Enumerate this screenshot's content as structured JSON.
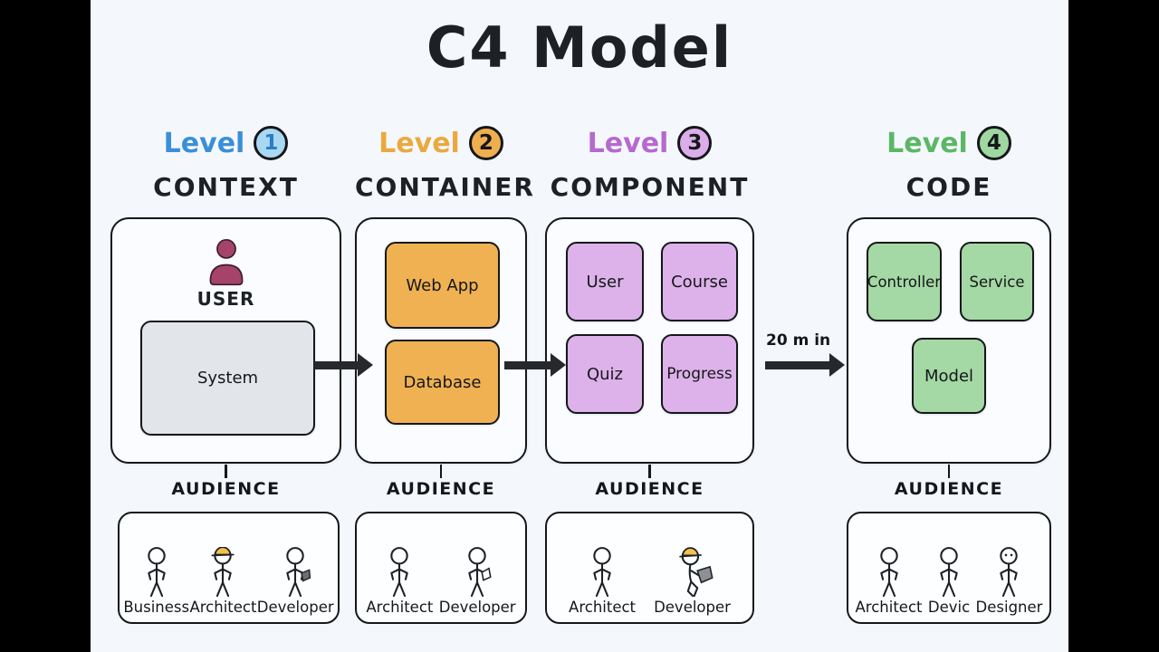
{
  "title": "C4 Model",
  "levels": [
    {
      "word": "Level",
      "number": "1",
      "name": "CONTEXT"
    },
    {
      "word": "Level",
      "number": "2",
      "name": "CONTAINER"
    },
    {
      "word": "Level",
      "number": "3",
      "name": "COMPONENT"
    },
    {
      "word": "Level",
      "number": "4",
      "name": "CODE"
    }
  ],
  "context": {
    "user_label": "USER",
    "system_label": "System"
  },
  "container": {
    "boxes": [
      "Web App",
      "Database"
    ]
  },
  "component": {
    "boxes": [
      "User",
      "Course",
      "Quiz",
      "Progress"
    ]
  },
  "code": {
    "boxes": [
      "Controller",
      "Service",
      "Model"
    ]
  },
  "transition_label": "20 m in",
  "audience_label": "AUDIENCE",
  "audiences": [
    {
      "persons": [
        {
          "label": "Business"
        },
        {
          "label": "Architect"
        },
        {
          "label": "Developer"
        }
      ]
    },
    {
      "persons": [
        {
          "label": "Architect"
        },
        {
          "label": "Developer"
        }
      ]
    },
    {
      "persons": [
        {
          "label": "Architect"
        },
        {
          "label": "Developer"
        }
      ]
    },
    {
      "persons": [
        {
          "label": "Architect"
        },
        {
          "label": "Devic"
        },
        {
          "label": "Designer"
        }
      ]
    }
  ],
  "icons": {
    "user-icon": "filled maroon person silhouette",
    "stick-figure-icon": "outline stick person",
    "hardhat-icon": "yellow construction helmet",
    "notebook-icon": "small gray notebook in hand",
    "laptop-icon": "gray laptop in hands",
    "arrow-right-icon": "thick black right arrow"
  },
  "colors": {
    "letterbox": "#000000",
    "background": "#f4f8fd",
    "ink": "#15171a",
    "level1_accent": "#3a8fd8",
    "level1_circle": "#a9d9f2",
    "level2_accent": "#eaa93e",
    "level2_circle": "#efaf4e",
    "level3_accent": "#b669cf",
    "level3_circle": "#dcaee9",
    "level4_accent": "#5cb765",
    "level4_circle": "#9fd7a0",
    "system_fill": "#e2e6ea",
    "container_fill": "#f0b153",
    "component_fill": "#ddb2ea",
    "code_fill": "#a4d8a4",
    "user_icon_fill": "#a5436a",
    "hardhat_fill": "#f2c14e"
  }
}
